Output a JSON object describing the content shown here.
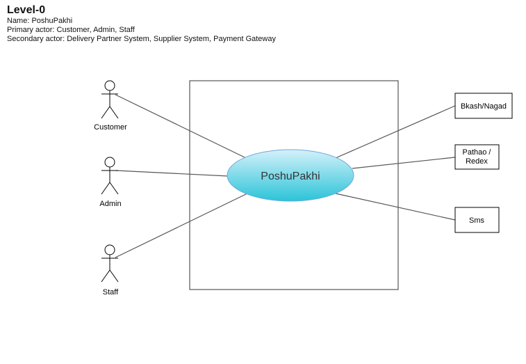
{
  "header": {
    "title": "Level-0",
    "name_line": "Name: PoshuPakhi",
    "primary_line": "Primary actor: Customer, Admin, Staff",
    "secondary_line": "Secondary actor: Delivery Partner System, Supplier System, Payment Gateway"
  },
  "diagram": {
    "use_case": "PoshuPakhi",
    "actors": {
      "customer": "Customer",
      "admin": "Admin",
      "staff": "Staff"
    },
    "external_systems": {
      "bkash": "Bkash/Nagad",
      "pathao_line1": "Pathao /",
      "pathao_line2": "Redex",
      "sms": "Sms"
    },
    "colors": {
      "use_case_top": "#d4f1fa",
      "use_case_bottom": "#2bc4d8",
      "use_case_stroke": "#6fa8dc",
      "line": "#555555"
    }
  }
}
